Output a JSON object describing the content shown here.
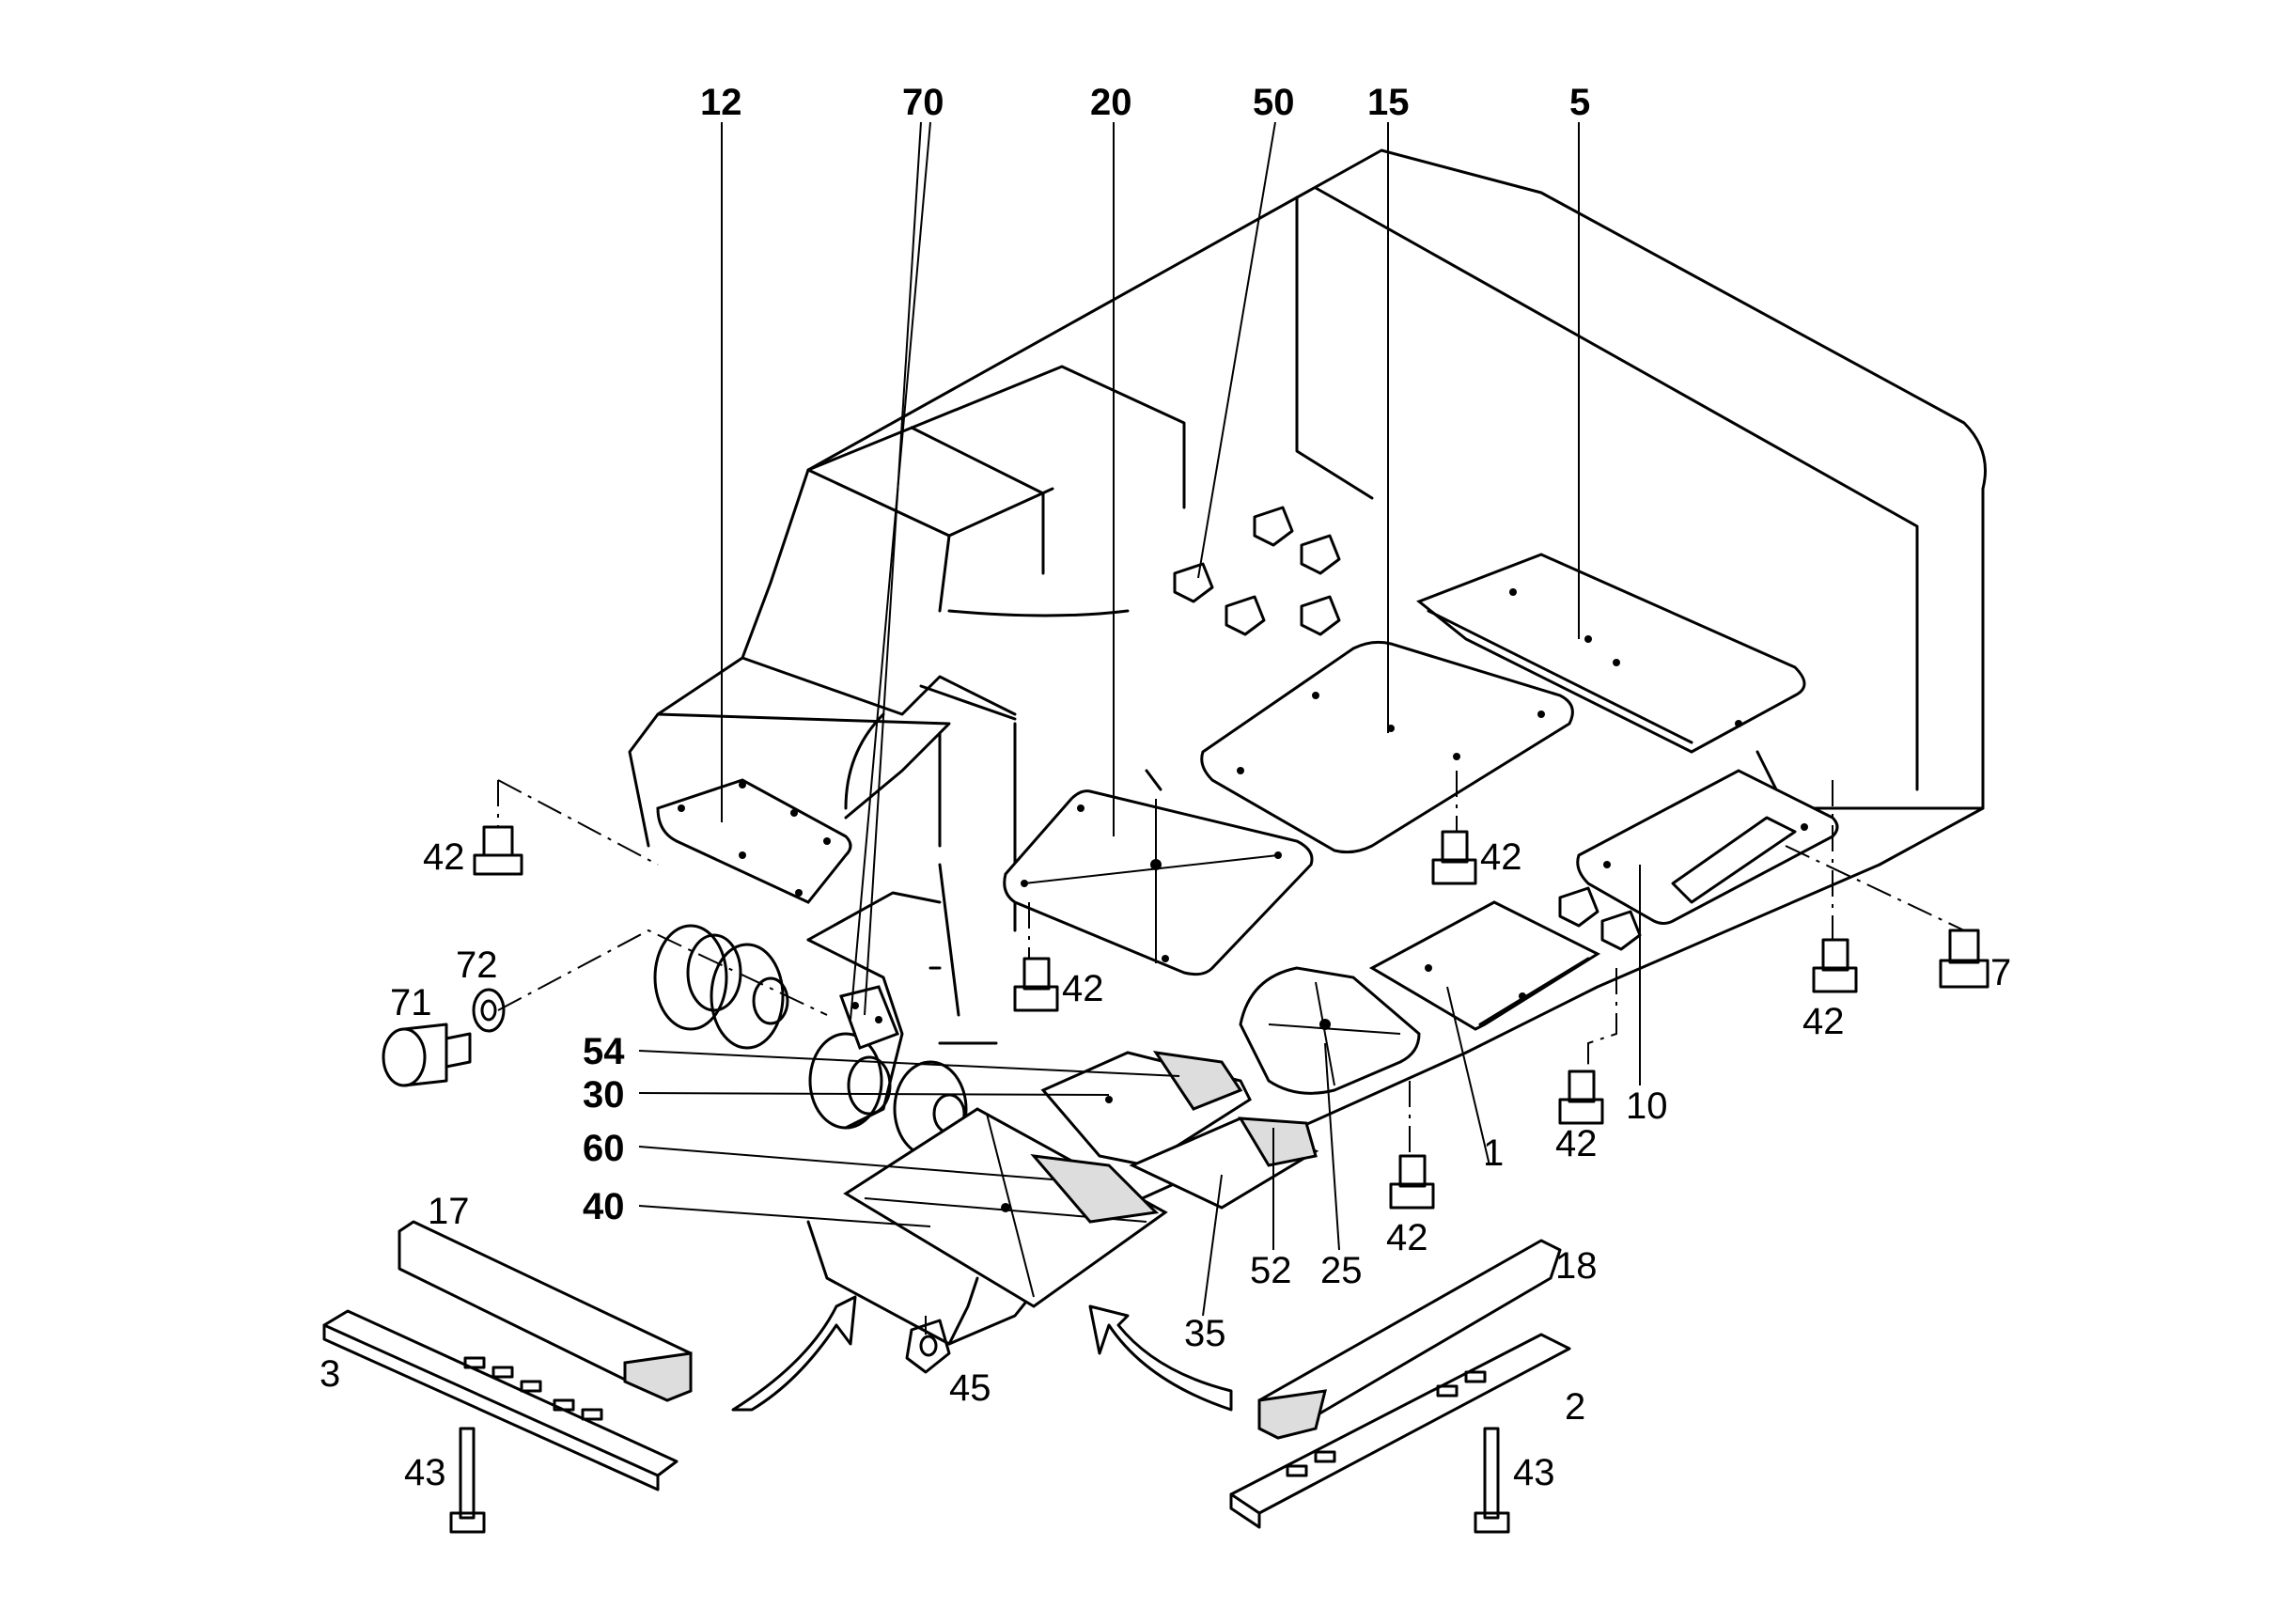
{
  "callouts": {
    "c12": "12",
    "c70": "70",
    "c20": "20",
    "c50": "50",
    "c15": "15",
    "c5": "5",
    "c42a": "42",
    "c42b": "42",
    "c42c": "42",
    "c42d": "42",
    "c42e": "42",
    "c42f": "42",
    "c7": "7",
    "c72": "72",
    "c71": "71",
    "c54": "54",
    "c30": "30",
    "c60": "60",
    "c40": "40",
    "c17": "17",
    "c3": "3",
    "c43a": "43",
    "c45": "45",
    "c35": "35",
    "c52": "52",
    "c25": "25",
    "c1": "1",
    "c10": "10",
    "c18": "18",
    "c2": "2",
    "c43b": "43"
  }
}
